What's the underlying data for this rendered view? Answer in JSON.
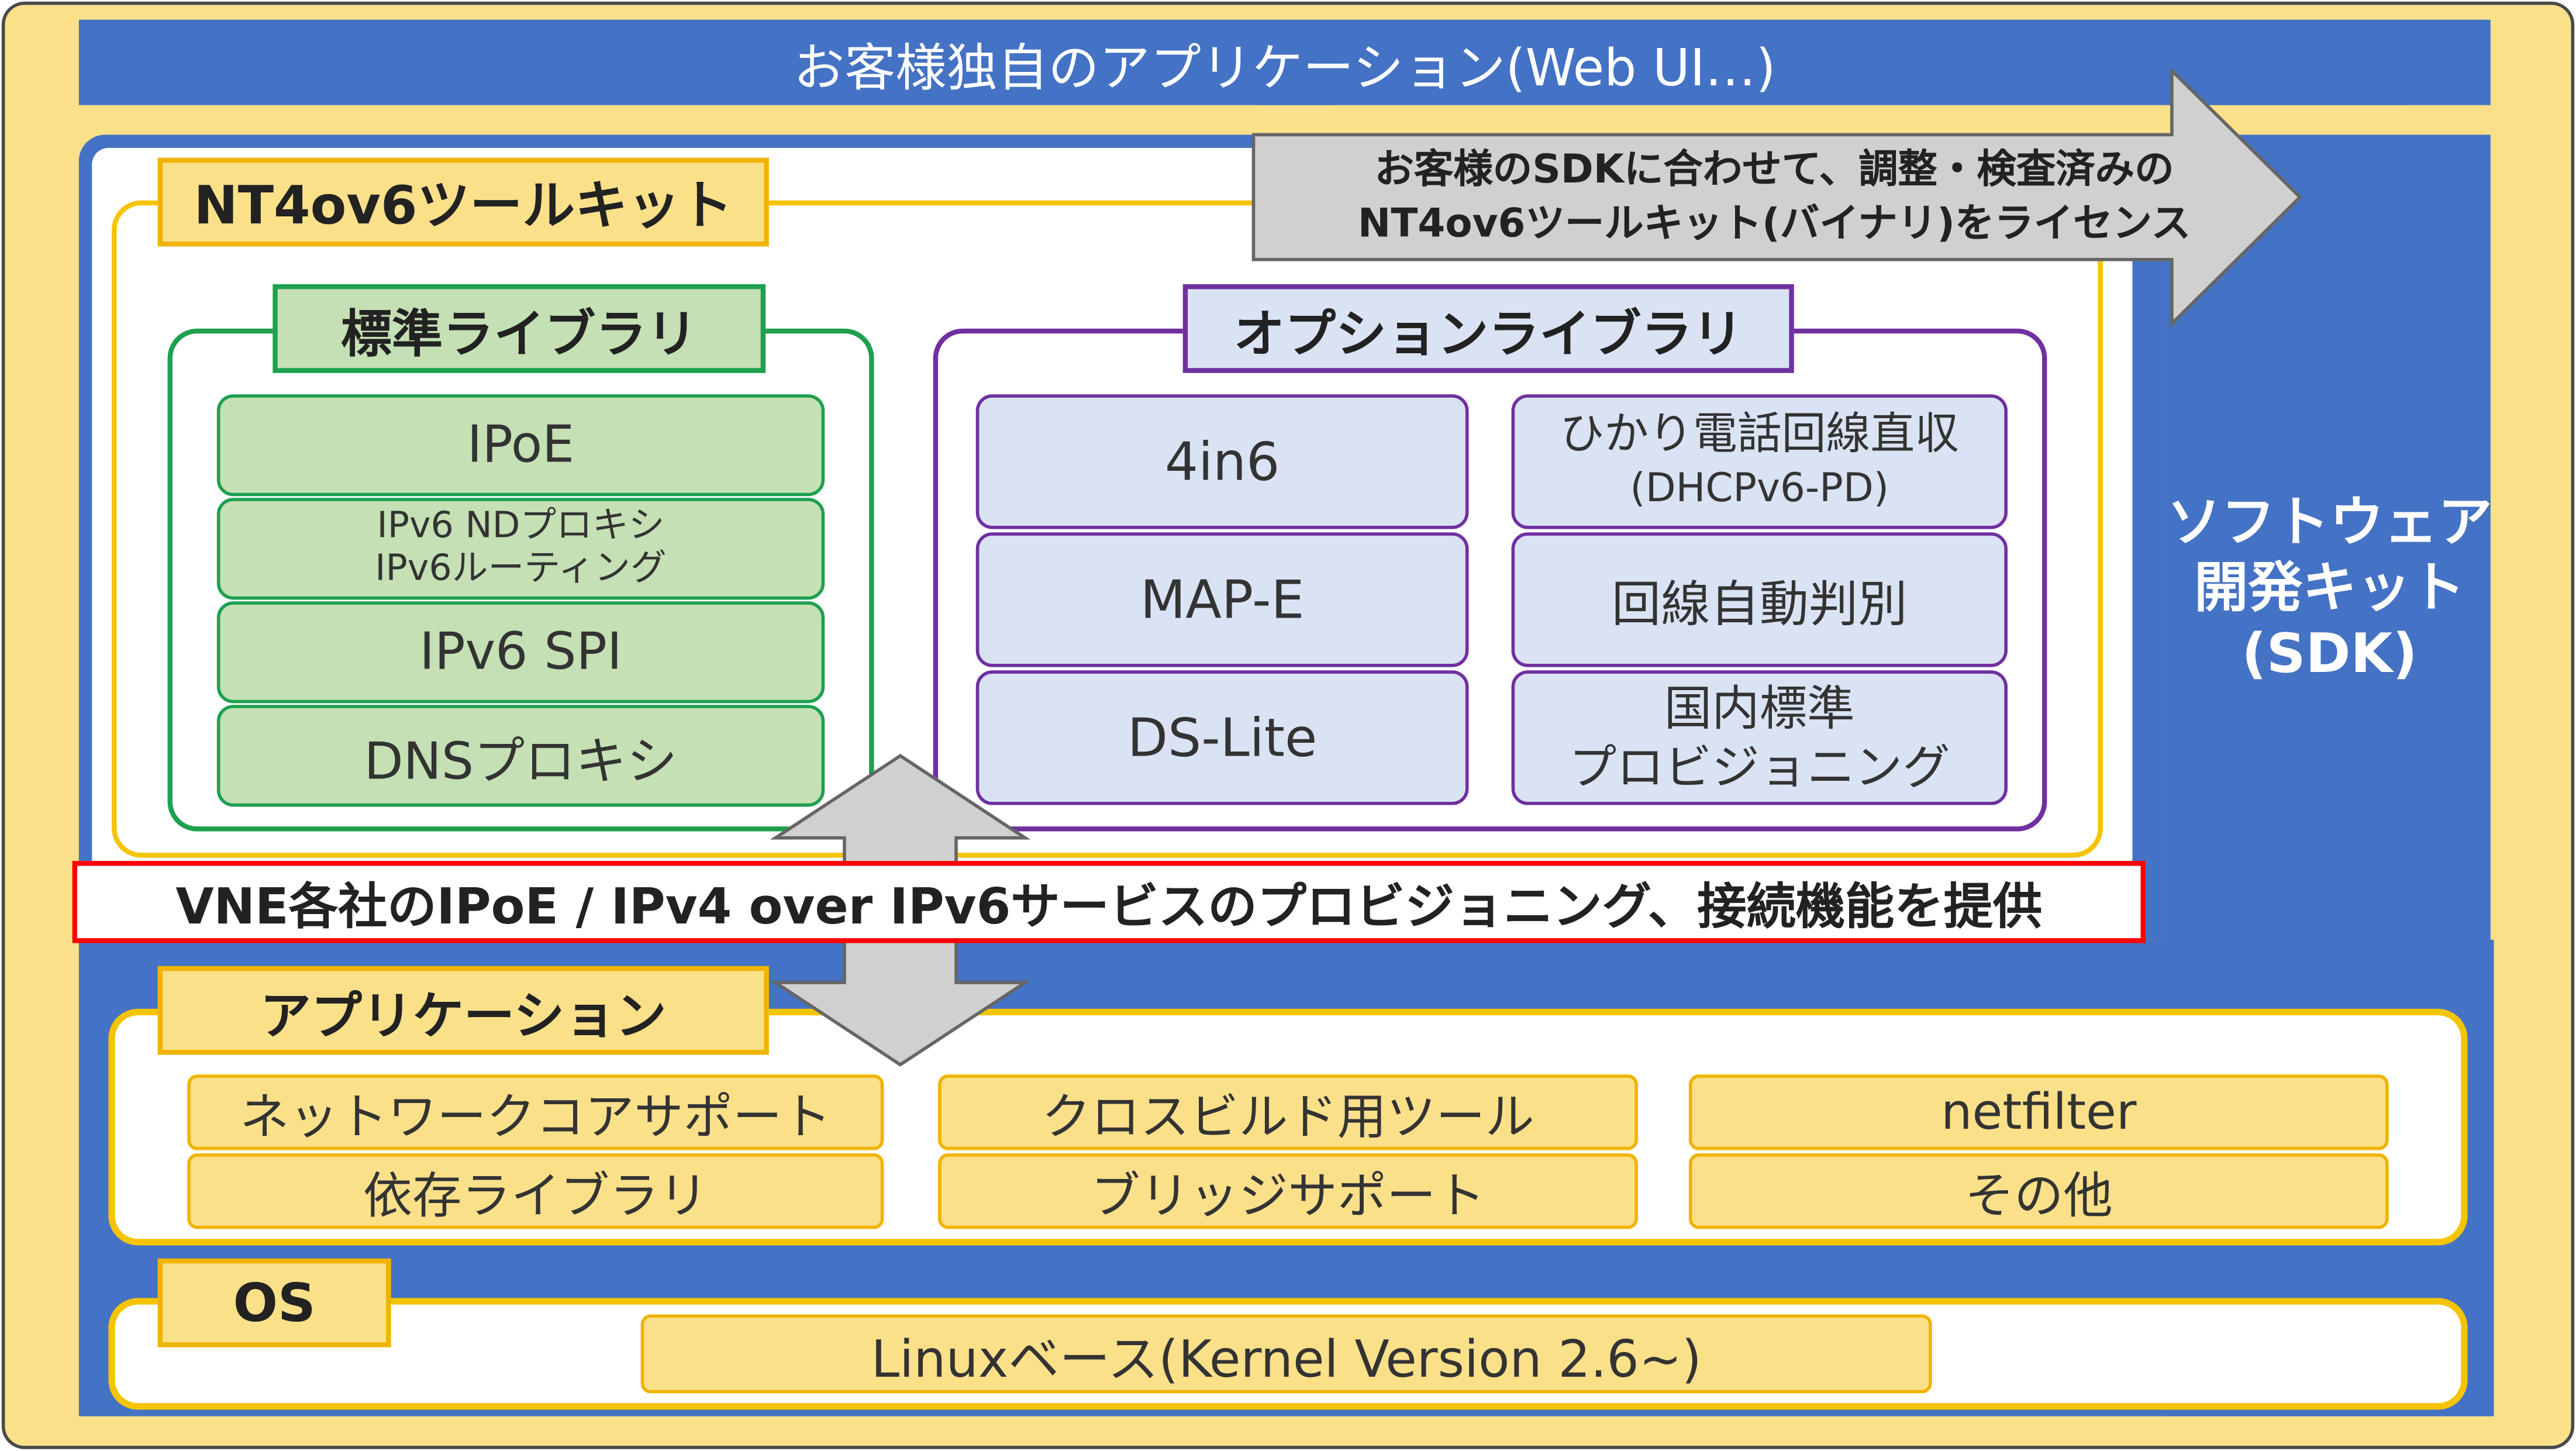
{
  "banner": "お客様独自のアプリケーション(Web UI…)",
  "sdk_label": [
    "ソフトウェア",
    "開発キット",
    "(SDK)"
  ],
  "arrow_callout": [
    "お客様のSDKに合わせて、調整・検査済みの",
    "NT4ov6ツールキット(バイナリ)をライセンス"
  ],
  "toolkit": {
    "title": "NT4ov6ツールキット",
    "standard": {
      "title": "標準ライブラリ",
      "items": [
        [
          "IPoE"
        ],
        [
          "IPv6 NDプロキシ",
          "IPv6ルーティング"
        ],
        [
          "IPv6 SPI"
        ],
        [
          "DNSプロキシ"
        ]
      ]
    },
    "option": {
      "title": "オプションライブラリ",
      "left": [
        "4in6",
        "MAP-E",
        "DS-Lite"
      ],
      "right": [
        [
          "ひかり電話回線直収",
          "(DHCPv6-PD)"
        ],
        [
          "回線自動判別"
        ],
        [
          "国内標準",
          "プロビジョニング"
        ]
      ]
    }
  },
  "vne_bar": "VNE各社のIPoE / IPv4 over IPv6サービスのプロビジョニング、接続機能を提供",
  "application": {
    "title": "アプリケーション",
    "items": [
      [
        "ネットワークコアサポート",
        "依存ライブラリ"
      ],
      [
        "クロスビルド用ツール",
        "ブリッジサポート"
      ],
      [
        "netfilter",
        "その他"
      ]
    ]
  },
  "os": {
    "title": "OS",
    "item": "Linuxベース(Kernel Version 2.6~)"
  },
  "colors": {
    "frame": "#fbe08a",
    "sdk_blue": "#4472c4",
    "standard_green": "#c5e0b4",
    "option_blue": "#dae3f3",
    "option_border": "#7030a0",
    "vne_border": "#ff0000"
  }
}
